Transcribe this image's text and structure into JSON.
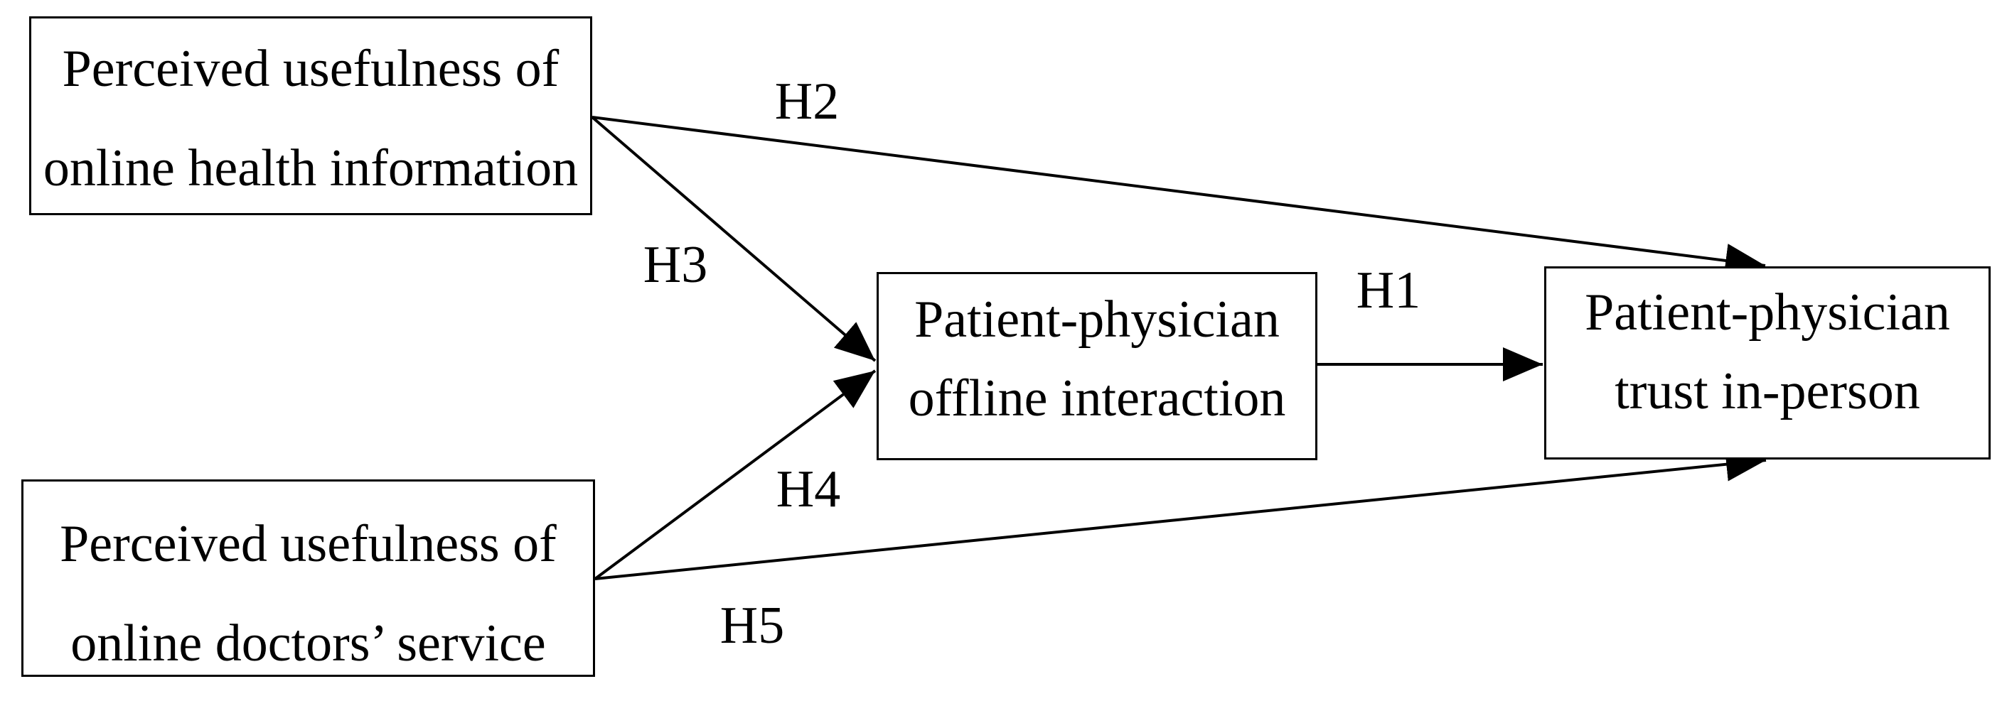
{
  "diagram": {
    "background_color": "#ffffff",
    "line_color": "#000000",
    "nodes": {
      "pu_online_health_info": {
        "line1": "Perceived usefulness of",
        "line2": "online health information"
      },
      "pu_online_doctors_service": {
        "line1": "Perceived usefulness of",
        "line2": "online doctors’ service"
      },
      "offline_interaction": {
        "line1": "Patient-physician",
        "line2": "offline interaction"
      },
      "trust_in_person": {
        "line1": "Patient-physician",
        "line2": "trust in-person"
      }
    },
    "edges": {
      "h1": {
        "label": "H1",
        "from": "offline_interaction",
        "to": "trust_in_person"
      },
      "h2": {
        "label": "H2",
        "from": "pu_online_health_info",
        "to": "trust_in_person"
      },
      "h3": {
        "label": "H3",
        "from": "pu_online_health_info",
        "to": "offline_interaction"
      },
      "h4": {
        "label": "H4",
        "from": "pu_online_doctors_service",
        "to": "offline_interaction"
      },
      "h5": {
        "label": "H5",
        "from": "pu_online_doctors_service",
        "to": "trust_in_person"
      }
    }
  }
}
